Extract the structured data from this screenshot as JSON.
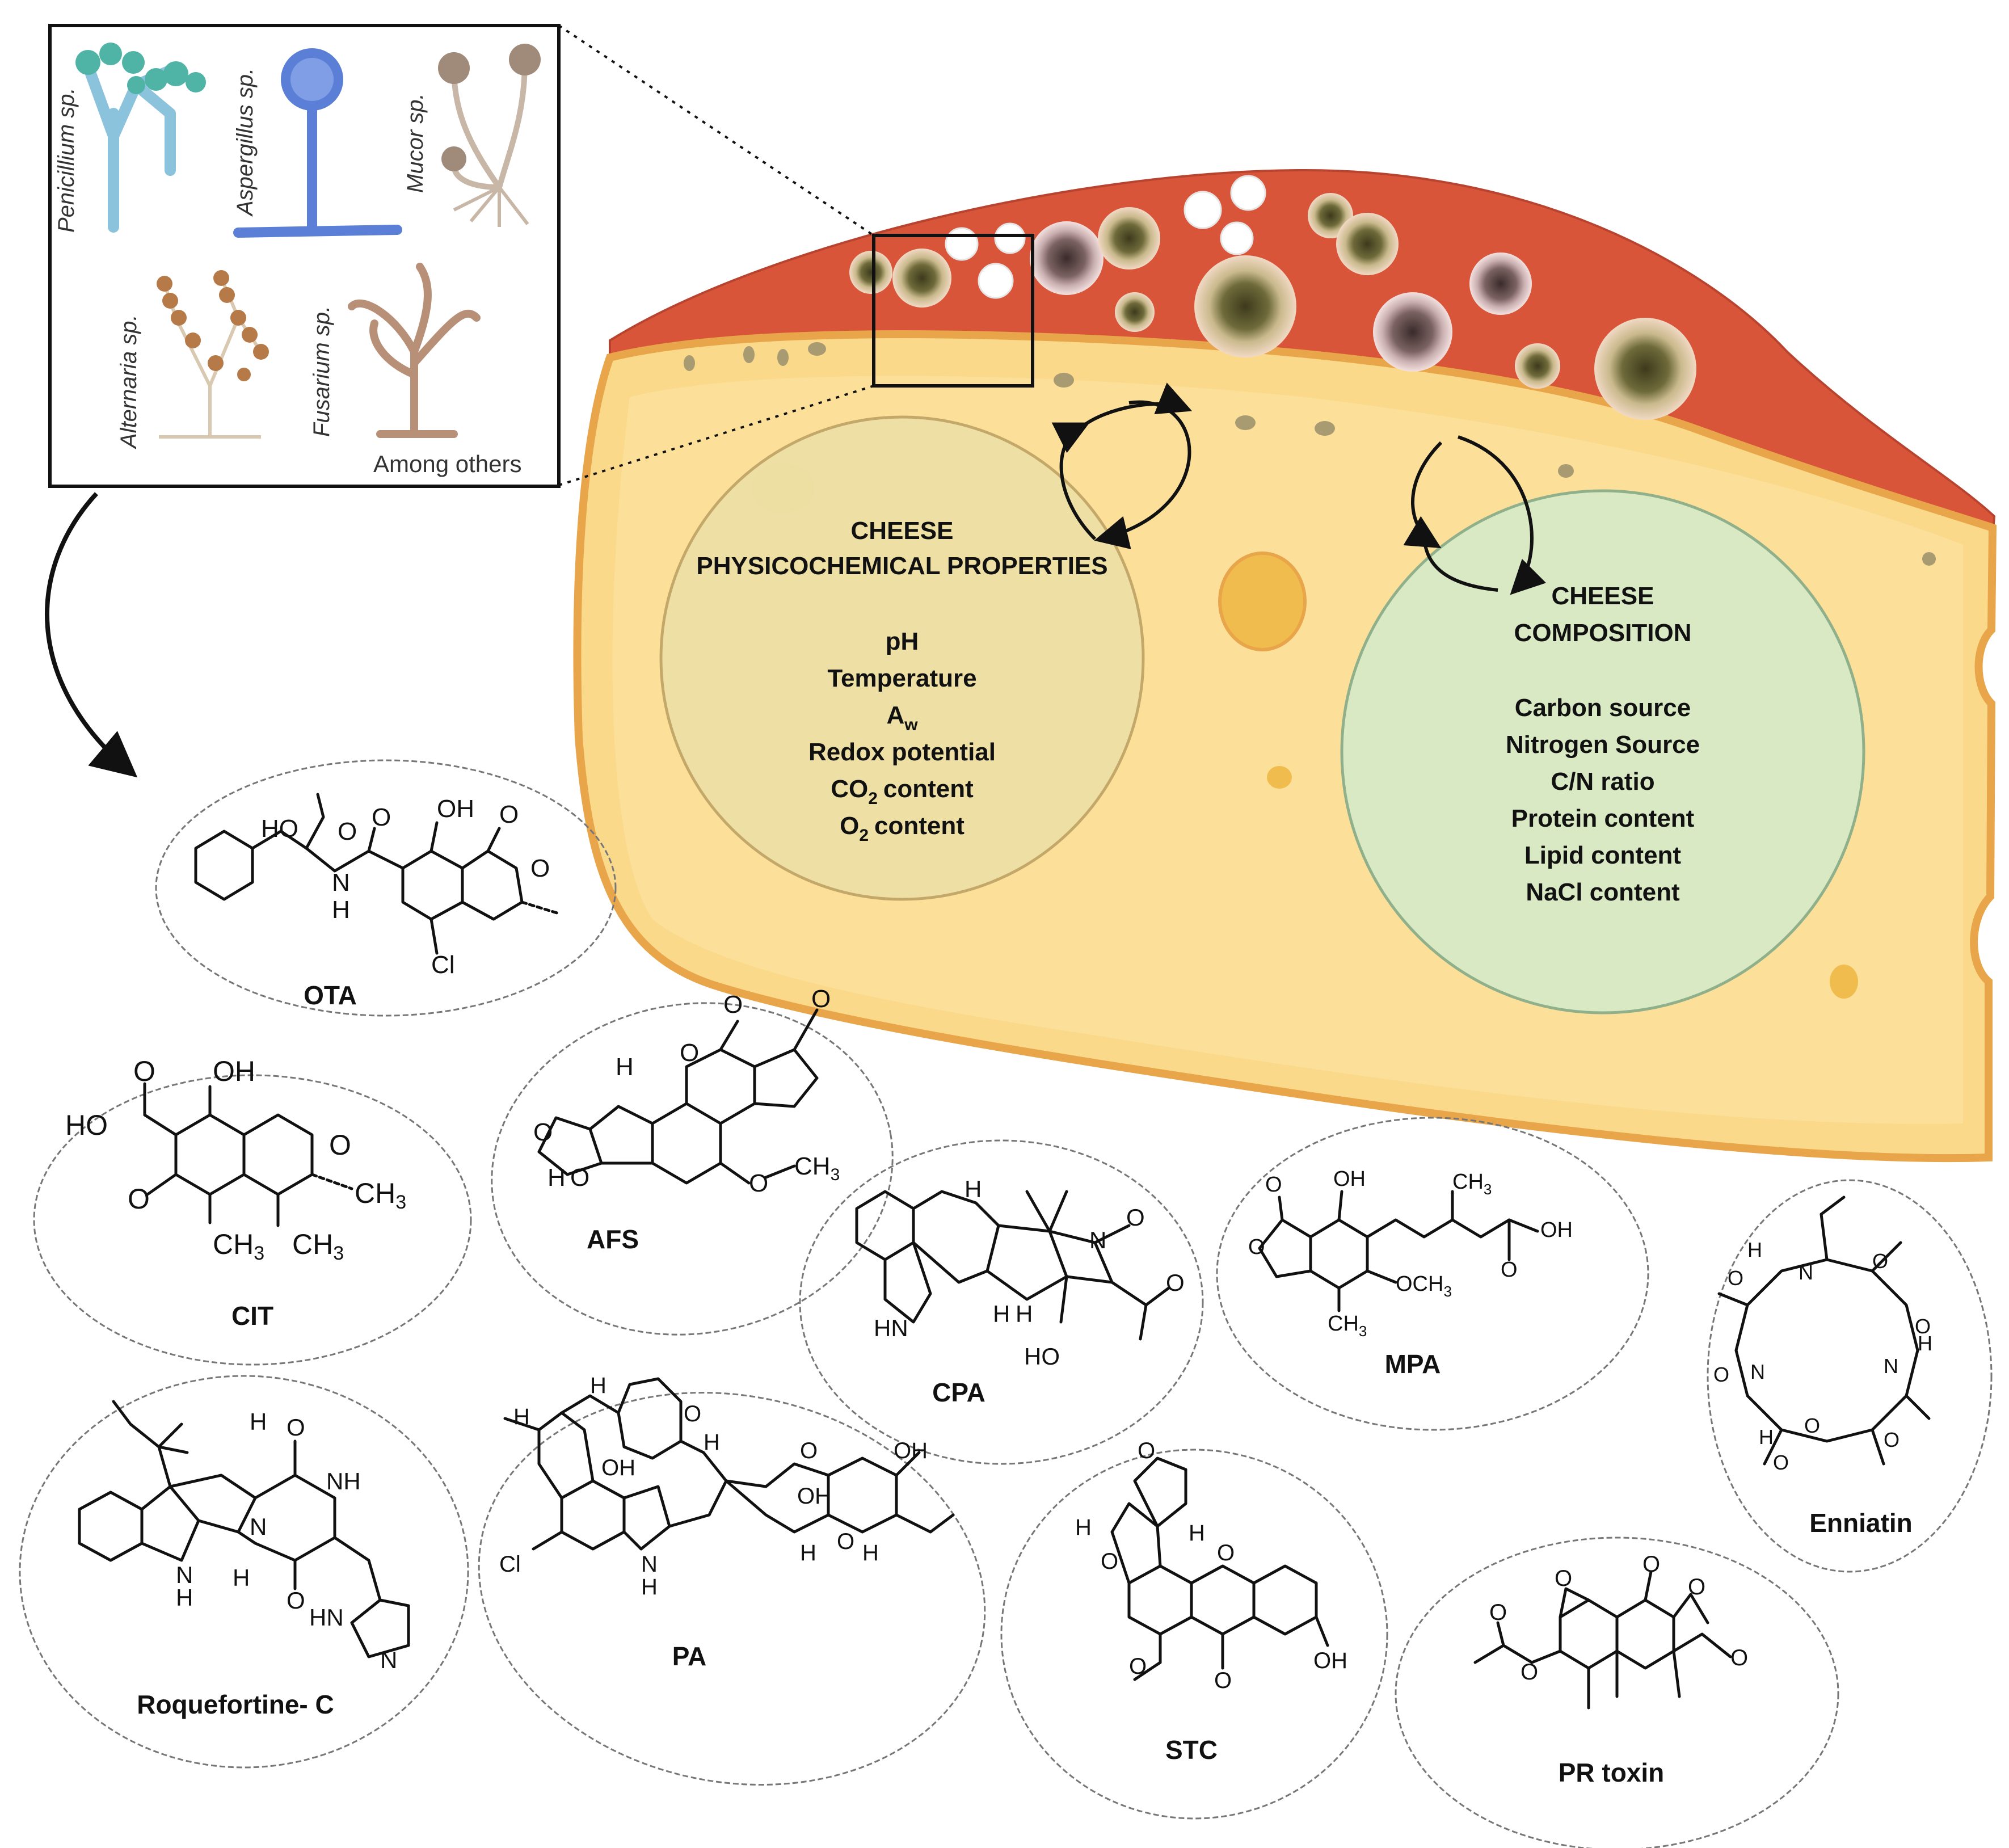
{
  "fungi_panel": {
    "genera": [
      "Penicillium sp.",
      "Aspergillus sp.",
      "Mucor sp.",
      "Alternaria sp.",
      "Fusarium sp."
    ],
    "note": "Among others"
  },
  "physicochemical": {
    "title_line1": "CHEESE",
    "title_line2": "PHYSICOCHEMICAL PROPERTIES",
    "items": [
      "pH",
      "Temperature",
      "A",
      "Redox potential",
      "CO",
      "O"
    ],
    "sub_aw": "w",
    "sub_2": "2",
    "content_word": "content"
  },
  "composition": {
    "title_line1": "CHEESE",
    "title_line2": "COMPOSITION",
    "items": [
      "Carbon source",
      "Nitrogen Source",
      "C/N ratio",
      "Protein content",
      "Lipid content",
      "NaCl content"
    ]
  },
  "mycotoxins": {
    "names": [
      "OTA",
      "CIT",
      "AFS",
      "CPA",
      "MPA",
      "Enniatin",
      "Roquefortine- C",
      "PA",
      "STC",
      "PR toxin"
    ],
    "atoms": {
      "HO": "HO",
      "OH": "OH",
      "O": "O",
      "N": "N",
      "H": "H",
      "Cl": "Cl",
      "NH": "NH",
      "HN": "HN",
      "CH3": "CH",
      "OCH3": "OCH",
      "sub3": "3"
    }
  },
  "colors": {
    "rind": "#d8553a",
    "paste": "#fbd98a",
    "physico_circle": "#ece0a6",
    "composition_circle": "#d5e9c7"
  }
}
